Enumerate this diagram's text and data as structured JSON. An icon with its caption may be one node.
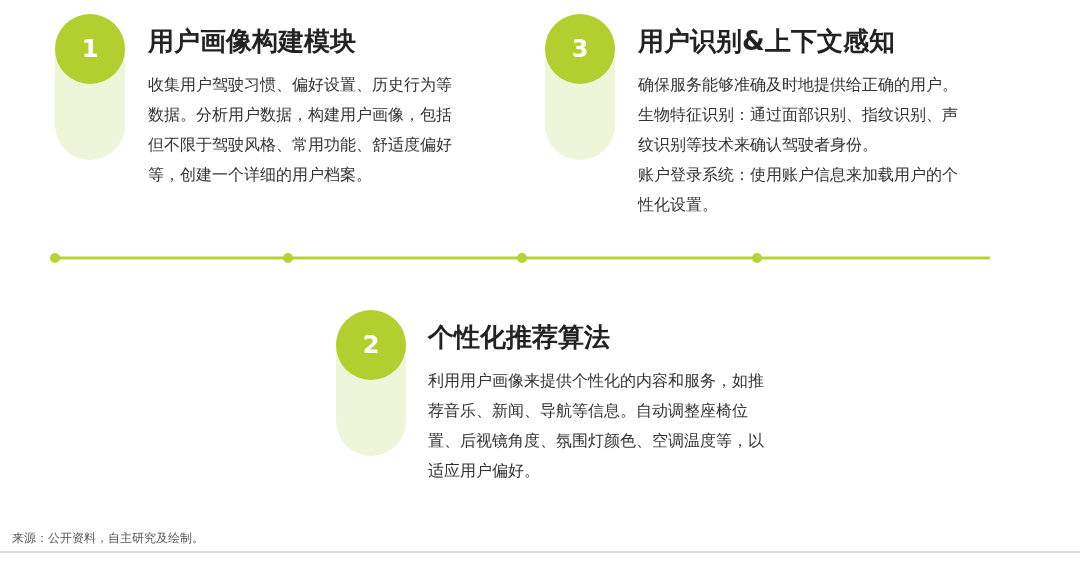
{
  "diagram": {
    "nodes": [
      {
        "text": [
          "1"
        ],
        "beside": [
          "用户画像构建模块",
          "收集用户驾驶习惯、偏好设置、历史行为等数据。分析用户数据，构建用户画像，包括但不限于驾驶风格、常用功能、舒适度偏好等，创建一个详细的用户档案。"
        ]
      },
      {
        "text": [
          "3"
        ],
        "beside": [
          "用户识别&上下文感知",
          "确保服务能够准确及时地提供给正确的用户。",
          "生物特征识别：通过面部识别、指纹识别、声纹识别等技术来确认驾驶者身份。",
          "账户登录系统：使用账户信息来加载用户的个性化设置。"
        ]
      },
      {
        "text": [
          "2"
        ],
        "beside": [
          "个性化推荐算法",
          "利用用户画像来提供个性化的内容和服务，如推荐音乐、新闻、导航等信息。自动调整座椅位置、后视镜角度、氛围灯颜色、空调温度等，以适应用户偏好。"
        ]
      }
    ],
    "labels": [
      "来源：公开资料，自主研究及绘制。"
    ]
  }
}
